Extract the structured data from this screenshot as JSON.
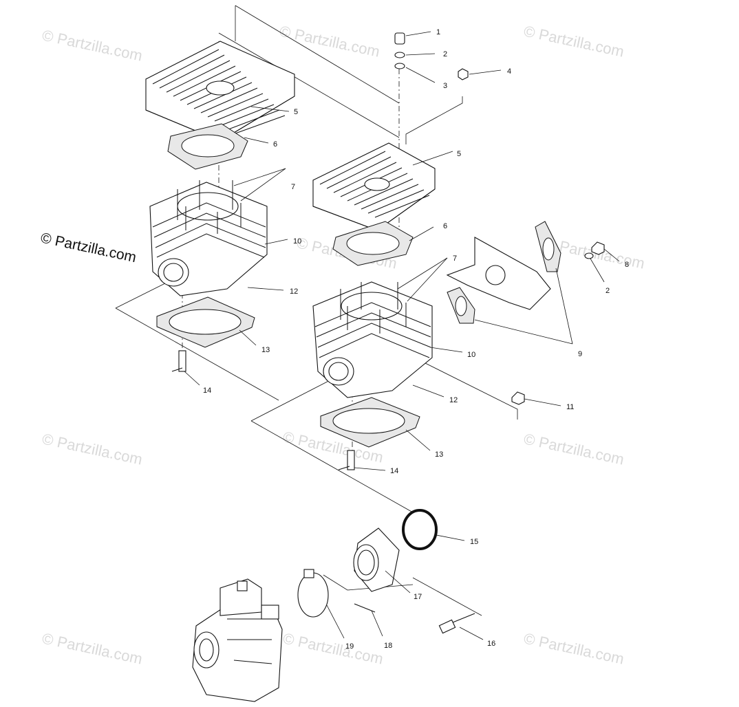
{
  "brand_text": "© Partzilla.com",
  "watermark_text": "© Partzilla.com",
  "callouts": {
    "c1": "1",
    "c2a": "2",
    "c3": "3",
    "c4": "4",
    "c5a": "5",
    "c5b": "5",
    "c6a": "6",
    "c6b": "6",
    "c7a": "7",
    "c7b": "7",
    "c8": "8",
    "c2b": "2",
    "c9": "9",
    "c10a": "10",
    "c10b": "10",
    "c11": "11",
    "c12a": "12",
    "c12b": "12",
    "c13a": "13",
    "c13b": "13",
    "c14a": "14",
    "c14b": "14",
    "c15": "15",
    "c16": "16",
    "c17": "17",
    "c18": "18",
    "c19": "19"
  },
  "colors": {
    "line": "#111111",
    "watermark": "#d9d9d9",
    "gasket": "#e8e8e8"
  }
}
